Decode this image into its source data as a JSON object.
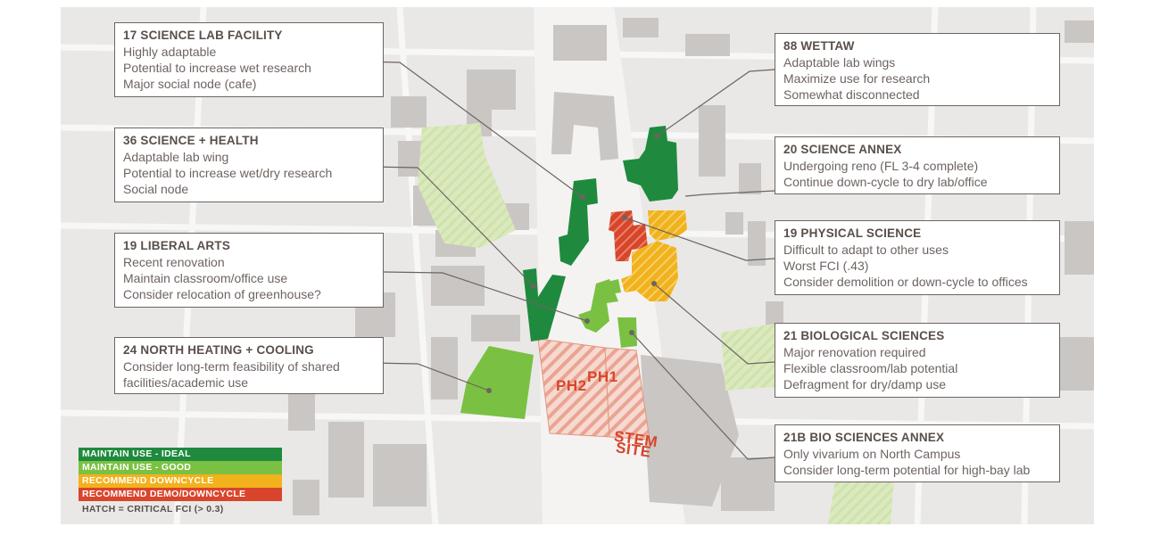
{
  "colors": {
    "maintain_ideal": "#1f8a3e",
    "maintain_good": "#7ac143",
    "recommend_downcycle": "#f1b21b",
    "recommend_demo": "#d8452b",
    "leader_line": "#6d6460",
    "building_gray": "#c9c6c3",
    "ground": "#e8e7e6",
    "green_space": "#d5e7b3"
  },
  "callouts": [
    {
      "id": "17",
      "title": "17 SCIENCE LAB FACILITY",
      "lines": [
        "Highly adaptable",
        "Potential to increase wet research",
        "Major social node (cafe)"
      ]
    },
    {
      "id": "36",
      "title": "36 SCIENCE + HEALTH",
      "lines": [
        "Adaptable lab wing",
        "Potential to increase wet/dry research",
        "Social node"
      ]
    },
    {
      "id": "19la",
      "title": "19 LIBERAL ARTS",
      "lines": [
        "Recent renovation",
        "Maintain classroom/office use",
        "Consider relocation of greenhouse?"
      ]
    },
    {
      "id": "24",
      "title": "24 NORTH HEATING + COOLING",
      "lines": [
        "Consider long-term feasibility of shared",
        "facilities/academic use"
      ]
    },
    {
      "id": "88",
      "title": "88 WETTAW",
      "lines": [
        "Adaptable lab wings",
        "Maximize use for research",
        "Somewhat disconnected"
      ]
    },
    {
      "id": "20",
      "title": "20 SCIENCE ANNEX",
      "lines": [
        "Undergoing reno (FL 3-4 complete)",
        "Continue down-cycle to dry lab/office"
      ]
    },
    {
      "id": "19ps",
      "title": "19 PHYSICAL SCIENCE",
      "lines": [
        "Difficult to adapt to other uses",
        "Worst FCI (.43)",
        "Consider demolition or down-cycle to offices"
      ]
    },
    {
      "id": "21",
      "title": "21 BIOLOGICAL SCIENCES",
      "lines": [
        "Major renovation required",
        "Flexible classroom/lab potential",
        "Defragment for dry/damp use"
      ]
    },
    {
      "id": "21b",
      "title": "21B BIO SCIENCES ANNEX",
      "lines": [
        "Only vivarium on North Campus",
        "Consider long-term potential for high-bay lab"
      ]
    }
  ],
  "legend": {
    "items": [
      {
        "label": "MAINTAIN USE - IDEAL",
        "color": "#1f8a3e"
      },
      {
        "label": "MAINTAIN USE - GOOD",
        "color": "#7ac143"
      },
      {
        "label": "RECOMMEND DOWNCYCLE",
        "color": "#f1b21b"
      },
      {
        "label": "RECOMMEND DEMO/DOWNCYCLE",
        "color": "#d8452b"
      }
    ],
    "note": "HATCH = CRITICAL FCI (> 0.3)"
  },
  "site_labels": {
    "ph2": "PH2",
    "ph1": "PH1",
    "stem1": "STEM",
    "stem2": "SITE"
  }
}
